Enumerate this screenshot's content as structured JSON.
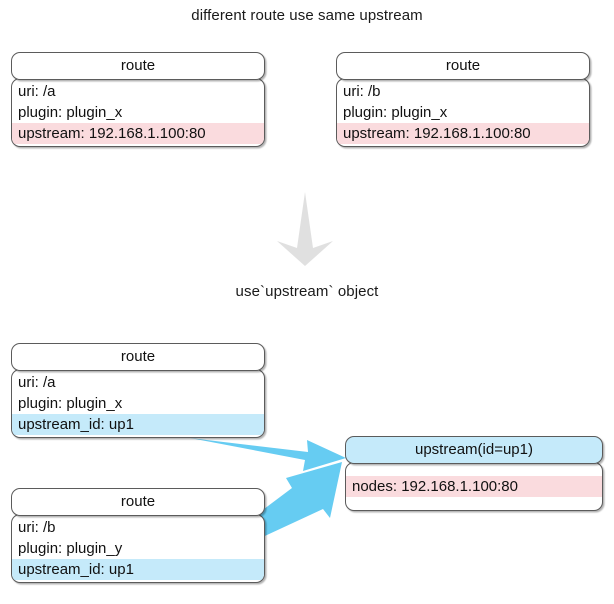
{
  "captions": {
    "top": "different route use same upstream",
    "middle": "use`upstream` object"
  },
  "colors": {
    "highlight_pink": "#fadbde",
    "highlight_blue": "#c5eafa",
    "arrow_blue": "#66ccf2",
    "big_arrow_gray": "#e0e0e0",
    "box_border": "#5b5b5b",
    "text": "#111111",
    "background": "#ffffff"
  },
  "top_section": {
    "route_a": {
      "header": "route",
      "rows": [
        {
          "text": "uri: /a",
          "highlight": "none"
        },
        {
          "text": "plugin: plugin_x",
          "highlight": "none"
        },
        {
          "text": "upstream: 192.168.1.100:80",
          "highlight": "pink"
        }
      ]
    },
    "route_b": {
      "header": "route",
      "rows": [
        {
          "text": "uri: /b",
          "highlight": "none"
        },
        {
          "text": "plugin: plugin_x",
          "highlight": "none"
        },
        {
          "text": "upstream: 192.168.1.100:80",
          "highlight": "pink"
        }
      ]
    }
  },
  "bottom_section": {
    "route_a": {
      "header": "route",
      "rows": [
        {
          "text": "uri: /a",
          "highlight": "none"
        },
        {
          "text": "plugin: plugin_x",
          "highlight": "none"
        },
        {
          "text": "upstream_id: up1",
          "highlight": "blue"
        }
      ]
    },
    "route_b": {
      "header": "route",
      "rows": [
        {
          "text": "uri: /b",
          "highlight": "none"
        },
        {
          "text": "plugin: plugin_y",
          "highlight": "none"
        },
        {
          "text": "upstream_id: up1",
          "highlight": "blue"
        }
      ]
    },
    "upstream": {
      "header": "upstream(id=up1)",
      "rows": [
        {
          "text": "nodes: 192.168.1.100:80",
          "highlight": "pink"
        }
      ]
    }
  },
  "arrows": {
    "transition": {
      "icon": "down-arrow-icon",
      "direction": "down"
    },
    "link_a": {
      "icon": "right-arrow-icon",
      "from": "route-a-bottom",
      "to": "upstream"
    },
    "link_b": {
      "icon": "right-arrow-icon",
      "from": "route-b-bottom",
      "to": "upstream"
    }
  }
}
